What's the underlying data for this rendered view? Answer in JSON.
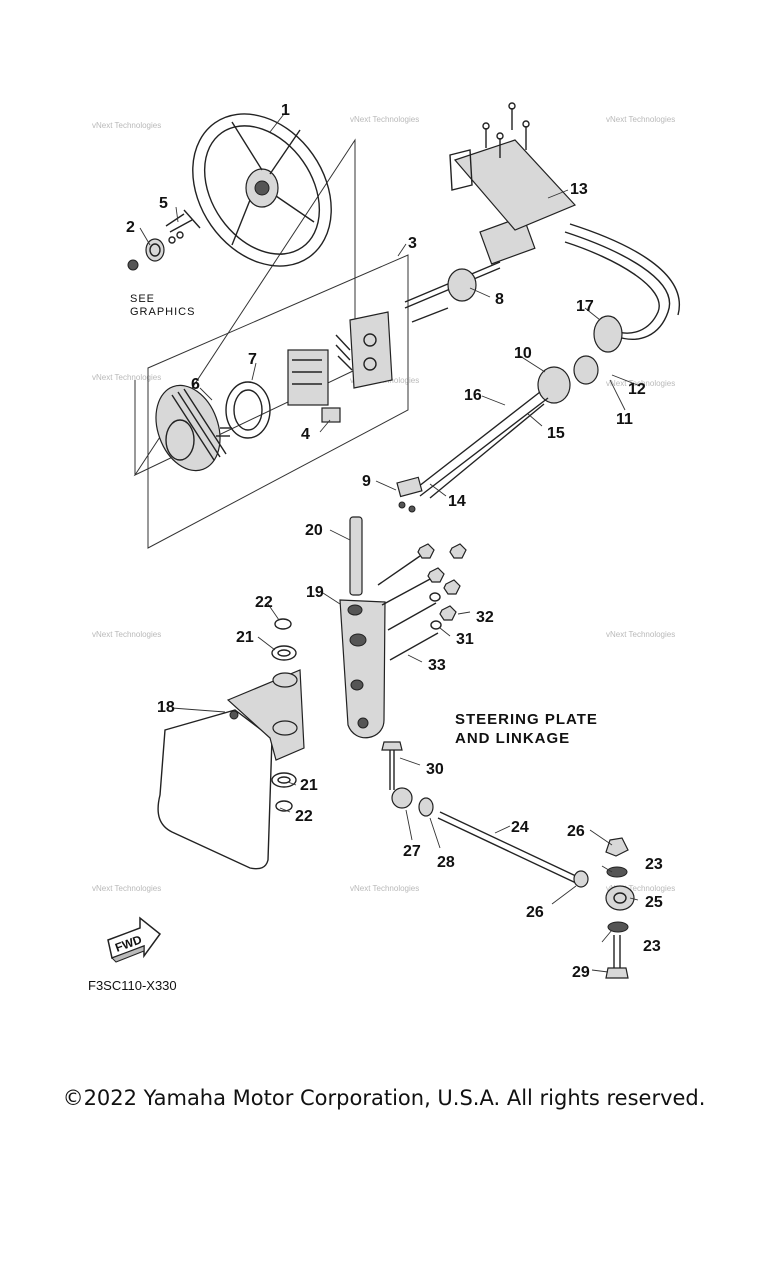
{
  "diagram": {
    "heading_line1": "STEERING PLATE",
    "heading_line2": "AND LINKAGE",
    "see_graphics_line1": "SEE",
    "see_graphics_line2": "GRAPHICS",
    "figure_code": "F3SC110-X330",
    "fwd_label": "FWD",
    "watermark": "vNext Technologies",
    "callouts": [
      "1",
      "2",
      "3",
      "4",
      "5",
      "6",
      "7",
      "8",
      "9",
      "10",
      "11",
      "12",
      "13",
      "14",
      "15",
      "16",
      "17",
      "18",
      "19",
      "20",
      "21",
      "21",
      "22",
      "22",
      "23",
      "23",
      "24",
      "25",
      "26",
      "26",
      "27",
      "28",
      "29",
      "30",
      "31",
      "32",
      "33"
    ]
  },
  "footer": {
    "copyright": "©2022 Yamaha Motor Corporation, U.S.A. All rights reserved."
  }
}
